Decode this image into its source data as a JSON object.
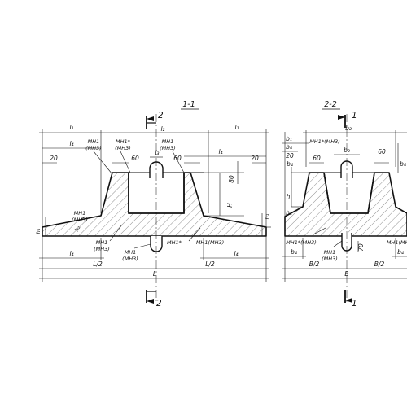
{
  "views": {
    "left": {
      "section_title": "1-1",
      "cut_mark_top": "2",
      "cut_mark_bottom": "2",
      "dims": {
        "l1_left": "l₁",
        "l2": "l₂",
        "l1_right": "l₁",
        "l3": "l₃",
        "l4_top_left": "l₄",
        "l4_top_right": "l₄",
        "d20_left": "20",
        "d20_right": "20",
        "d60_left": "60",
        "d60_right": "60",
        "d80": "80",
        "H": "H",
        "h1_left": "h₁",
        "h1_right": "h₁",
        "h2": "h₂",
        "l4_bottom_left": "l₄",
        "l4_bottom_right": "l₄",
        "L_half_left": "L/2",
        "L_half_right": "L/2",
        "L": "L"
      },
      "notes": {
        "mn1_mn3_left": [
          "МН1",
          "(МН3)"
        ],
        "mn1_star_mn3": [
          "МН1*",
          "(МН3)"
        ],
        "mn1_mn3_right": [
          "МН1",
          "(МН3)"
        ],
        "mn1_mn3_bottom_left": [
          "МН1",
          "(МН3)"
        ],
        "mn1_bottom_leader": [
          "МН1",
          "(МН3)"
        ],
        "mn1_star_bottom": "МН1*",
        "mn1_mn3_bottom_right": "МН1(МН3)",
        "mn1_mn3_left_slope": [
          "МН1",
          "(МН3)"
        ]
      }
    },
    "right": {
      "section_title": "2-2",
      "cut_mark_top": "1",
      "cut_mark_bottom": "1",
      "dims": {
        "b1_top": "b₁",
        "b2": "b₂",
        "b3": "b₃",
        "b4_left": "b₄",
        "b4_right": "b₄",
        "b4_top": "b₄",
        "d20": "20",
        "d60_left": "60",
        "d60_right": "60",
        "h": "h",
        "h1": "h₁",
        "d70": "70",
        "b4_bottom_left": "b₄",
        "b4_bottom_right": "b₄",
        "B_half_left": "B/2",
        "B_half_right": "B/2",
        "B": "B"
      },
      "notes": {
        "mn1_star_mn3": "МН1*(МН3)",
        "mn1_star_mn3_bottom": "МН1*(МН3)",
        "mn1_mn3_bottom": [
          "МН1",
          "(МН3)"
        ],
        "mn1_mn3_right": "МН1(МН3)"
      }
    }
  }
}
